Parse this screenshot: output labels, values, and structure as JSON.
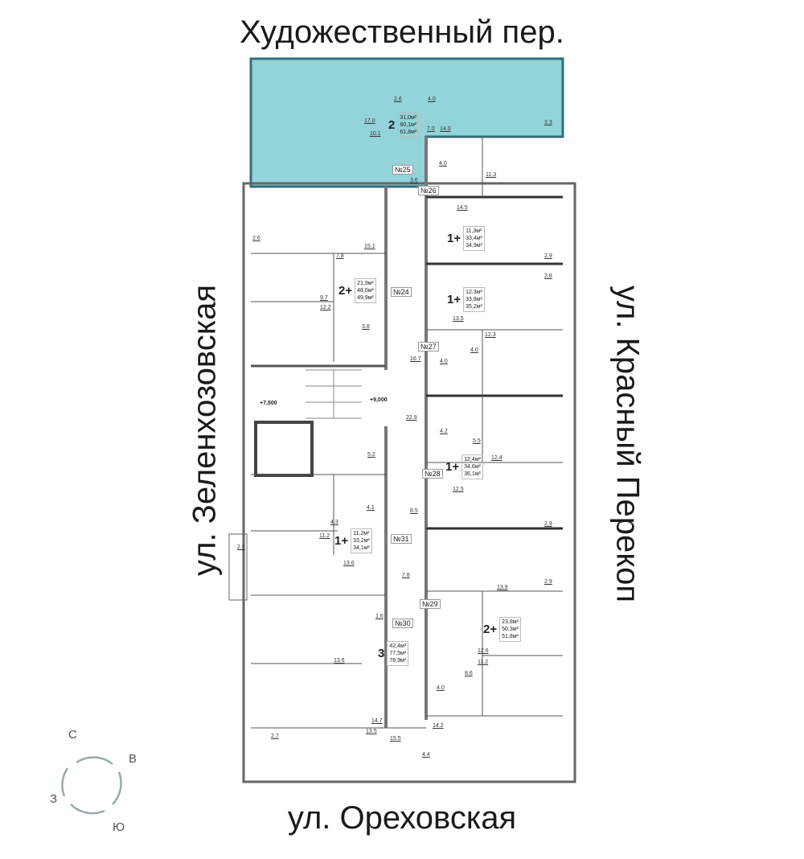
{
  "streets": {
    "top": "Художественный пер.",
    "left": "ул. Зеленхозовская",
    "right": "ул. Красный Перекоп",
    "bottom": "ул. Ореховская"
  },
  "highlight_color": "#93d3da",
  "apartments": [
    {
      "rooms": "2",
      "areas": [
        "31,0м²",
        "60,1м²",
        "61,8м²"
      ],
      "highlighted": true
    },
    {
      "rooms": "1+",
      "areas": [
        "11,3м²",
        "33,4м²",
        "34,9м²"
      ]
    },
    {
      "rooms": "2+",
      "areas": [
        "21,9м²",
        "48,6м²",
        "49,9м²"
      ]
    },
    {
      "rooms": "1+",
      "areas": [
        "12,3м²",
        "33,8м²",
        "35,2м²"
      ]
    },
    {
      "rooms": "1+",
      "areas": [
        "12,4м²",
        "34,6м²",
        "36,1м²"
      ]
    },
    {
      "rooms": "1+",
      "areas": [
        "11,2м²",
        "33,2м²",
        "34,1м²"
      ]
    },
    {
      "rooms": "2+",
      "areas": [
        "23,8м²",
        "50,3м²",
        "51,8м²"
      ]
    },
    {
      "rooms": "3",
      "areas": [
        "42,4м²",
        "77,5м²",
        "78,9м²"
      ]
    }
  ],
  "unit_numbers": [
    "№25",
    "№26",
    "№24",
    "№27",
    "№28",
    "№31",
    "№29",
    "№30"
  ],
  "levels": [
    "+7,500",
    "+9,000"
  ],
  "dimensions": [
    "2.6",
    "4.0",
    "17.0",
    "10.1",
    "7.0",
    "14.0",
    "3.3",
    "4.0",
    "11.3",
    "3.6",
    "14.5",
    "15.1",
    "7.8",
    "2.6",
    "9.7",
    "12.2",
    "3.8",
    "2.9",
    "2.8",
    "13.5",
    "12.3",
    "4.0",
    "4.0",
    "16.7",
    "22.9",
    "4.2",
    "5.5",
    "12.4",
    "5.2",
    "12.5",
    "4.1",
    "4.3",
    "11.2",
    "8.5",
    "13.6",
    "2.9",
    "2.9",
    "2.9",
    "7.8",
    "13.9",
    "1.6",
    "12.6",
    "11.2",
    "8.6",
    "13.6",
    "4.0",
    "14.7",
    "13.5",
    "2.7",
    "15.5",
    "14.2",
    "4.4"
  ],
  "compass": {
    "n": "С",
    "e": "В",
    "w": "З",
    "s": "Ю"
  }
}
